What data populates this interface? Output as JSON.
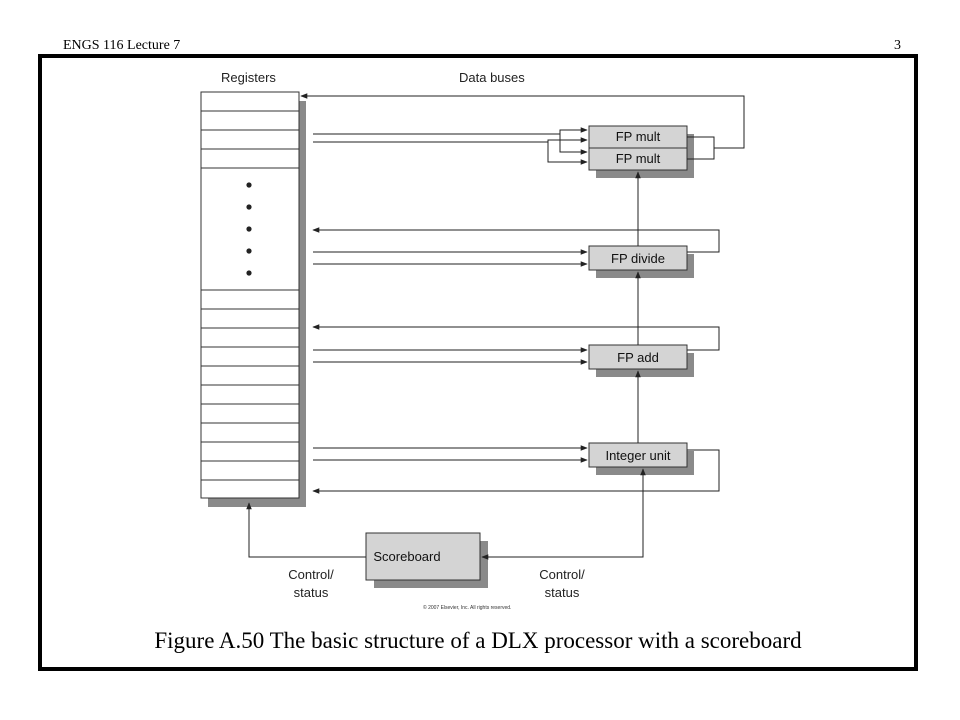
{
  "header": {
    "course": "ENGS 116  Lecture 7",
    "page_number": "3"
  },
  "diagram": {
    "registers_label": "Registers",
    "data_buses_label": "Data buses",
    "units": {
      "fp_mult_1": "FP mult",
      "fp_mult_2": "FP mult",
      "fp_divide": "FP divide",
      "fp_add": "FP add",
      "integer_unit": "Integer unit"
    },
    "scoreboard_label": "Scoreboard",
    "control_left_line1": "Control/",
    "control_left_line2": "status",
    "control_right_line1": "Control/",
    "control_right_line2": "status",
    "copyright": "© 2007 Elsevier, Inc. All rights reserved."
  },
  "caption": "Figure A.50  The basic structure of a DLX processor with a scoreboard"
}
